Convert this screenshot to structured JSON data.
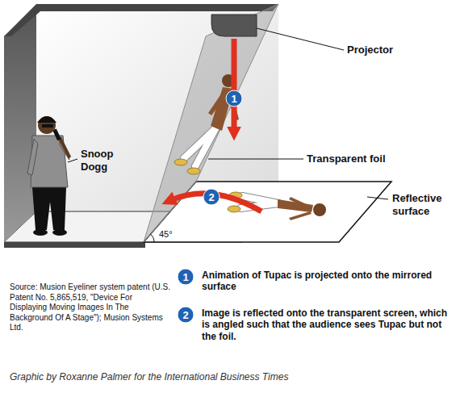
{
  "diagram": {
    "caption": "Graphic by Roxanne Palmer for the International Business Times",
    "nodes": [
      {
        "text": [
          "1"
        ]
      },
      {
        "text": [
          "2"
        ]
      },
      {
        "text": [
          "1"
        ]
      },
      {
        "text": [
          "2"
        ]
      }
    ],
    "labels": [
      "Projector",
      "Transparent foil",
      "Snoop Dogg",
      "Reflective surface",
      "45°",
      "Animation of Tupac is projected onto the mirrored surface",
      "Image is reflected onto the transparent screen, which is angled such that the audience sees Tupac but not the foil.",
      "Source: Musion Eyeliner system patent (U.S. Patent No. 5,865,519, \"Device For Displaying Moving Images In The Background Of A Stage\"); Musion Systems Ltd."
    ]
  }
}
